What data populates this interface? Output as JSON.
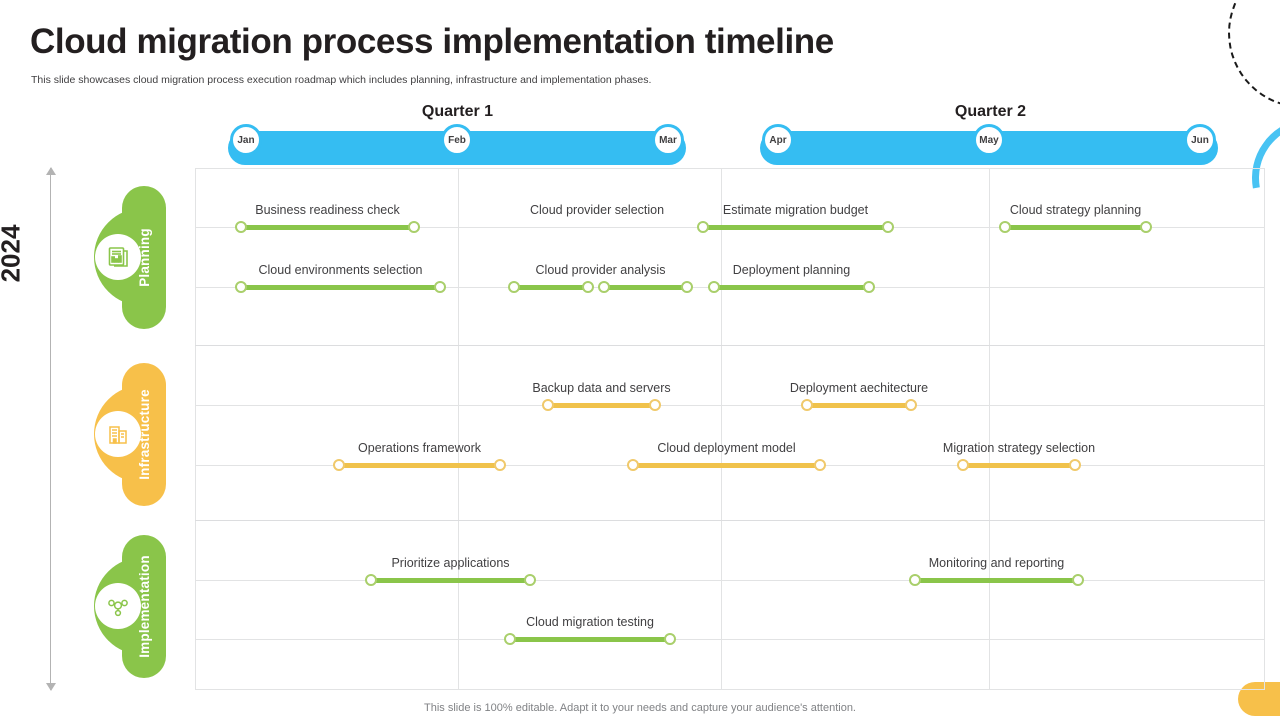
{
  "header": {
    "title": "Cloud migration process implementation timeline",
    "subtitle": "This slide showcases cloud migration process execution roadmap which includes planning, infrastructure and implementation phases."
  },
  "year": {
    "label": "2024"
  },
  "quarters": [
    {
      "label": "Quarter 1",
      "months": [
        "Jan",
        "Feb",
        "Mar"
      ]
    },
    {
      "label": "Quarter 2",
      "months": [
        "Apr",
        "May",
        "Jun"
      ]
    }
  ],
  "categories": [
    {
      "name": "Planning",
      "color": "#8ac54a",
      "icon": "report-chart-icon"
    },
    {
      "name": "Infrastructure",
      "color": "#f7c04a",
      "icon": "building-icon"
    },
    {
      "name": "Implementation",
      "color": "#8ac54a",
      "icon": "network-gear-icon"
    }
  ],
  "chart_data": {
    "type": "bar",
    "title": "Cloud migration process implementation timeline",
    "xlabel": "",
    "ylabel": "",
    "categories": [
      "Quarter 1",
      "Quarter 2"
    ],
    "x_ticks": [
      "Jan",
      "Feb",
      "Mar",
      "Apr",
      "May",
      "Jun"
    ],
    "series": [
      {
        "name": "Planning",
        "color": "#8ac54a",
        "tasks": [
          {
            "label": "Business readiness check",
            "start": "Jan",
            "end": "Feb",
            "row": 1,
            "left": 241,
            "right": 414,
            "nodes": [
              241,
              414
            ]
          },
          {
            "label": "Cloud provider selection",
            "start": "Feb",
            "end": "Feb",
            "row": 1,
            "left": 597,
            "right": 597,
            "nodes": []
          },
          {
            "label": "Estimate migration budget",
            "start": "Mar",
            "end": "Mar",
            "row": 1,
            "left": 703,
            "right": 888,
            "nodes": [
              703,
              888
            ]
          },
          {
            "label": "Cloud strategy planning",
            "start": "May",
            "end": "Jun",
            "row": 1,
            "left": 1005,
            "right": 1146,
            "nodes": [
              1005,
              1146
            ]
          },
          {
            "label": "Cloud environments selection",
            "start": "Jan",
            "end": "Feb",
            "row": 2,
            "left": 241,
            "right": 440,
            "nodes": [
              241,
              440
            ]
          },
          {
            "label": "Cloud provider analysis",
            "start": "Feb",
            "end": "Mar",
            "row": 2,
            "left": 514,
            "right": 687,
            "nodes": [
              514,
              588,
              604,
              687
            ]
          },
          {
            "label": "Deployment planning",
            "start": "Mar",
            "end": "Apr",
            "row": 2,
            "left": 714,
            "right": 869,
            "nodes": [
              714,
              869
            ]
          }
        ]
      },
      {
        "name": "Infrastructure",
        "color": "#f0c24b",
        "tasks": [
          {
            "label": "Backup data and servers",
            "start": "Feb",
            "end": "Mar",
            "row": 1,
            "left": 548,
            "right": 655,
            "nodes": [
              548,
              655
            ]
          },
          {
            "label": "Deployment aechitecture",
            "start": "Apr",
            "end": "Apr",
            "row": 1,
            "left": 807,
            "right": 911,
            "nodes": [
              807,
              911
            ]
          },
          {
            "label": "Operations framework",
            "start": "Jan",
            "end": "Feb",
            "row": 2,
            "left": 339,
            "right": 500,
            "nodes": [
              339,
              500
            ]
          },
          {
            "label": "Cloud deployment model",
            "start": "Feb",
            "end": "Apr",
            "row": 2,
            "left": 633,
            "right": 820,
            "nodes": [
              633,
              820
            ]
          },
          {
            "label": "Migration  strategy selection",
            "start": "Apr",
            "end": "May",
            "row": 2,
            "left": 963,
            "right": 1075,
            "nodes": [
              963,
              1075
            ]
          }
        ]
      },
      {
        "name": "Implementation",
        "color": "#8ac54a",
        "tasks": [
          {
            "label": "Prioritize applications",
            "start": "Jan",
            "end": "Feb",
            "row": 1,
            "left": 371,
            "right": 530,
            "nodes": [
              371,
              530
            ]
          },
          {
            "label": "Monitoring  and reporting",
            "start": "May",
            "end": "Jun",
            "row": 1,
            "left": 915,
            "right": 1078,
            "nodes": [
              915,
              1078
            ]
          },
          {
            "label": "Cloud migration testing",
            "start": "Feb",
            "end": "Mar",
            "row": 2,
            "left": 510,
            "right": 670,
            "nodes": [
              510,
              670
            ]
          }
        ]
      }
    ],
    "legend_position": "left",
    "grid": true
  },
  "footer": {
    "note": "This slide is 100% editable. Adapt it to your needs and capture your audience's attention."
  }
}
